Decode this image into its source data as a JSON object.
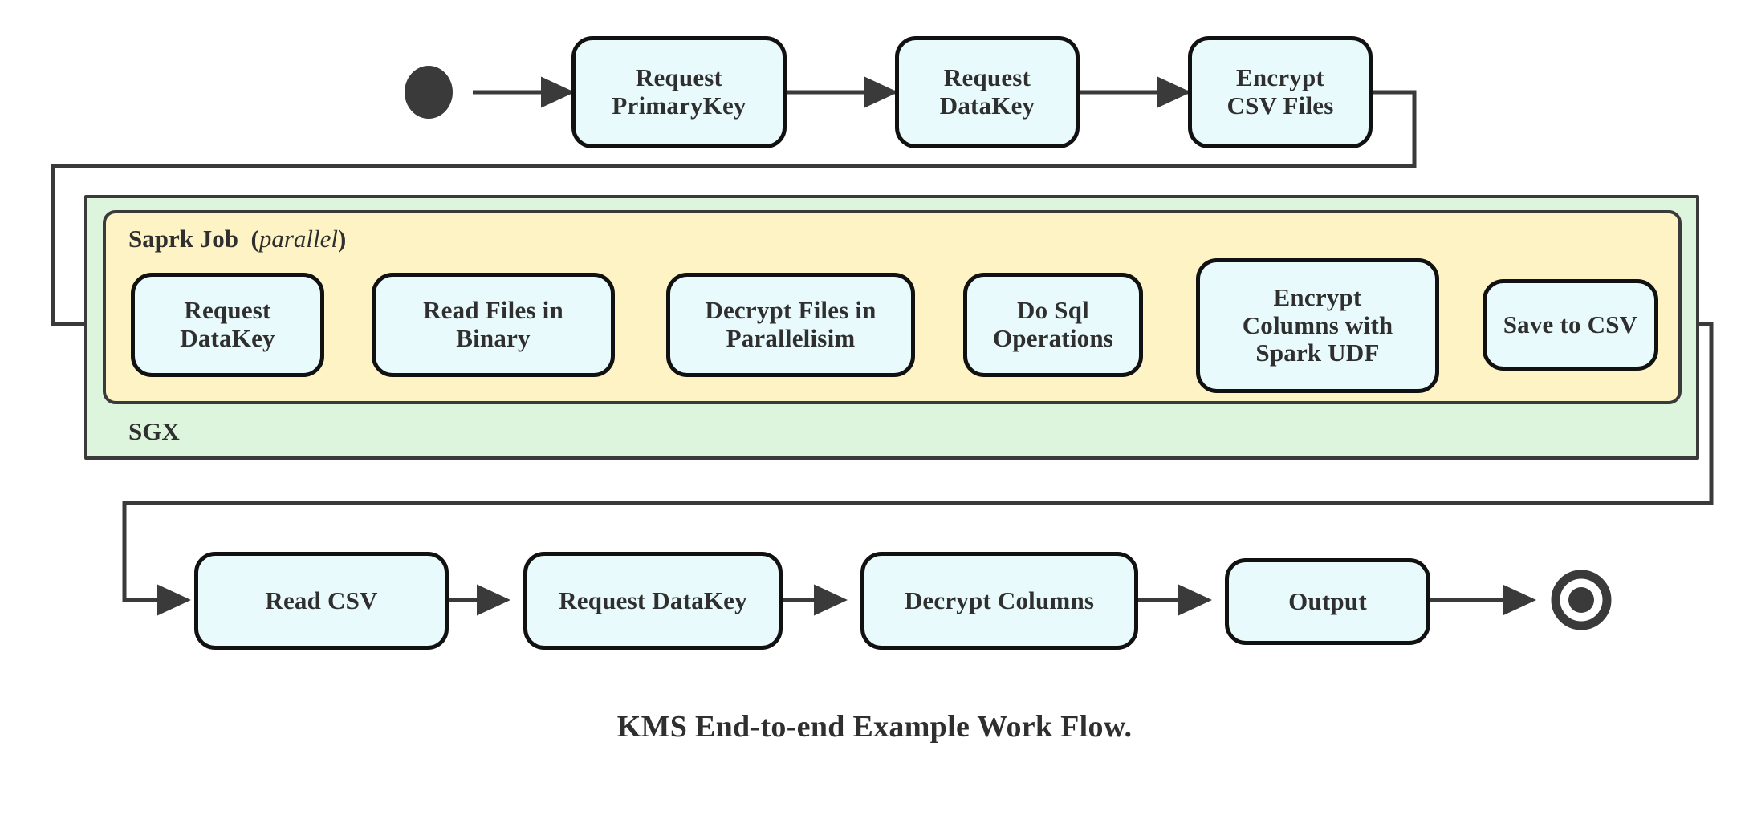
{
  "diagram": {
    "caption": "KMS End-to-end Example Work Flow.",
    "colors": {
      "node_fill": "#e8fafc",
      "node_stroke": "#111111",
      "sgx_fill": "#dcf5dc",
      "spark_fill": "#fdf3c4",
      "group_stroke": "#3a3a3a",
      "arrow": "#3a3a3a",
      "text": "#2f2f2f",
      "background": "#ffffff"
    },
    "markers": {
      "start_node": "filled-circle-start",
      "end_node": "bullseye-end"
    },
    "groups": {
      "sgx": {
        "label": "SGX"
      },
      "spark": {
        "label_main": "Saprk Job",
        "label_open_paren": "(",
        "label_emphasis": "parallel",
        "label_close_paren": ")"
      }
    },
    "rows": {
      "top": [
        {
          "id": "request-primarykey",
          "lines": [
            "Request",
            "PrimaryKey"
          ]
        },
        {
          "id": "request-datakey-top",
          "lines": [
            "Request",
            "DataKey"
          ]
        },
        {
          "id": "encrypt-csv-files",
          "lines": [
            "Encrypt",
            "CSV Files"
          ]
        }
      ],
      "middle": [
        {
          "id": "request-datakey-spark",
          "lines": [
            "Request",
            "DataKey"
          ]
        },
        {
          "id": "read-files-in-binary",
          "lines": [
            "Read Files in",
            "Binary"
          ]
        },
        {
          "id": "decrypt-files-in-parallelisim",
          "lines": [
            "Decrypt Files in",
            "Parallelisim"
          ]
        },
        {
          "id": "do-sql-operations",
          "lines": [
            "Do Sql",
            "Operations"
          ]
        },
        {
          "id": "encrypt-columns-with-spark-udf",
          "lines": [
            "Encrypt",
            "Columns with",
            "Spark UDF"
          ]
        },
        {
          "id": "save-to-csv",
          "lines": [
            "Save to CSV"
          ]
        }
      ],
      "bottom": [
        {
          "id": "read-csv",
          "lines": [
            "Read CSV"
          ]
        },
        {
          "id": "request-datakey-bottom",
          "lines": [
            "Request DataKey"
          ]
        },
        {
          "id": "decrypt-columns",
          "lines": [
            "Decrypt Columns"
          ]
        },
        {
          "id": "output",
          "lines": [
            "Output"
          ]
        }
      ]
    }
  }
}
